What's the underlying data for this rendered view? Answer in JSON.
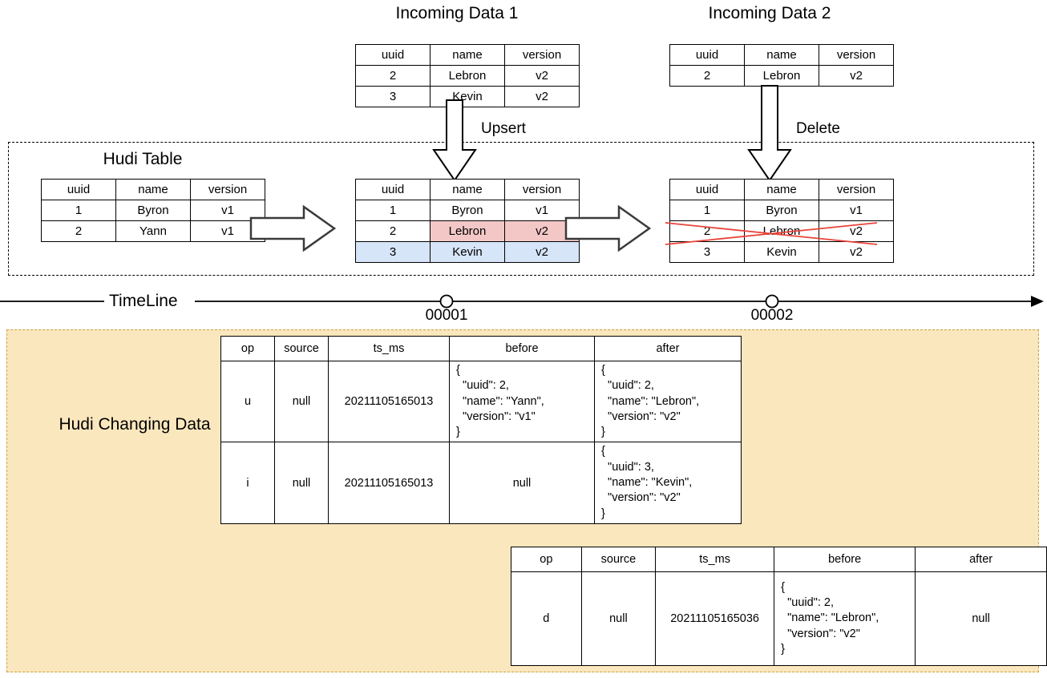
{
  "diagram": {
    "title_incoming_1": "Incoming Data 1",
    "title_incoming_2": "Incoming Data 2",
    "label_hudi_table": "Hudi Table",
    "label_upsert": "Upsert",
    "label_delete": "Delete",
    "label_timeline": "TimeLine",
    "label_changing_data": "Hudi Changing Data",
    "colors": {
      "highlight_pink": "#f4c7c7",
      "highlight_blue": "#d7e5f8",
      "strike_red": "#e8443a",
      "panel_yellow": "#fbe7bd",
      "panel_yellow_border": "#c8a44a",
      "line_black": "#000000"
    }
  },
  "timeline": {
    "markers": [
      {
        "label": "00001"
      },
      {
        "label": "00002"
      }
    ]
  },
  "tables": {
    "headers": [
      "uuid",
      "name",
      "version"
    ],
    "incoming1": {
      "rows": [
        {
          "uuid": "2",
          "name": "Lebron",
          "version": "v2"
        },
        {
          "uuid": "3",
          "name": "Kevin",
          "version": "v2"
        }
      ]
    },
    "incoming2": {
      "rows": [
        {
          "uuid": "2",
          "name": "Lebron",
          "version": "v2"
        }
      ]
    },
    "hudi_initial": {
      "rows": [
        {
          "uuid": "1",
          "name": "Byron",
          "version": "v1"
        },
        {
          "uuid": "2",
          "name": "Yann",
          "version": "v1"
        }
      ]
    },
    "hudi_after_upsert": {
      "rows": [
        {
          "uuid": "1",
          "name": "Byron",
          "version": "v1"
        },
        {
          "uuid": "2",
          "name": "Lebron",
          "version": "v2"
        },
        {
          "uuid": "3",
          "name": "Kevin",
          "version": "v2"
        }
      ]
    },
    "hudi_after_delete": {
      "rows": [
        {
          "uuid": "1",
          "name": "Byron",
          "version": "v1"
        },
        {
          "uuid": "2",
          "name": "Lebron",
          "version": "v2"
        },
        {
          "uuid": "3",
          "name": "Kevin",
          "version": "v2"
        }
      ]
    }
  },
  "cdc": {
    "headers": [
      "op",
      "source",
      "ts_ms",
      "before",
      "after"
    ],
    "commit1": {
      "rows": [
        {
          "op": "u",
          "source": "null",
          "ts_ms": "20211105165013",
          "before": "{\n  \"uuid\": 2,\n  \"name\": \"Yann\",\n  \"version\": \"v1\"\n}",
          "after": "{\n  \"uuid\": 2,\n  \"name\": \"Lebron\",\n  \"version\": \"v2\"\n}"
        },
        {
          "op": "i",
          "source": "null",
          "ts_ms": "20211105165013",
          "before": "null",
          "after": "{\n  \"uuid\": 3,\n  \"name\": \"Kevin\",\n  \"version\": \"v2\"\n}"
        }
      ]
    },
    "commit2": {
      "rows": [
        {
          "op": "d",
          "source": "null",
          "ts_ms": "20211105165036",
          "before": "{\n  \"uuid\": 2,\n  \"name\": \"Lebron\",\n  \"version\": \"v2\"\n}",
          "after": "null"
        }
      ]
    }
  }
}
